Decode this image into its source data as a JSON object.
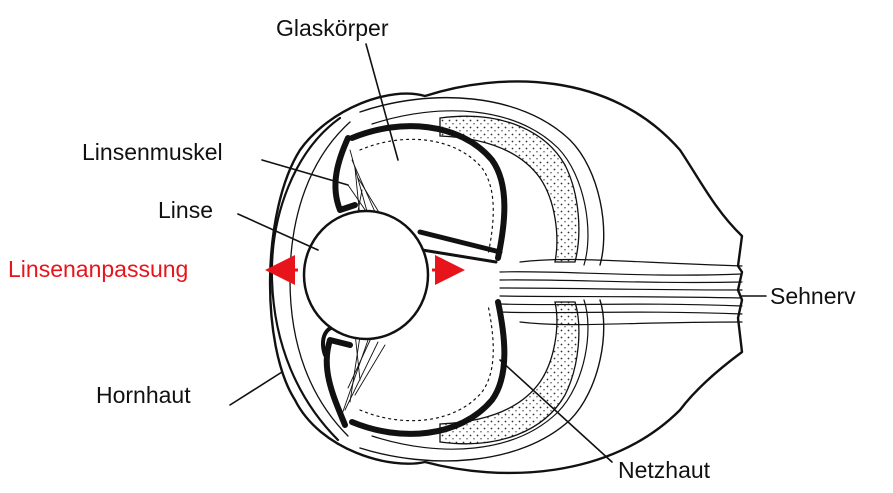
{
  "labels": {
    "vitreous": "Glaskörper",
    "ciliary_muscle": "Linsenmuskel",
    "lens": "Linse",
    "accommodation": "Linsenanpassung",
    "cornea": "Hornhaut",
    "optic_nerve": "Sehnerv",
    "retina": "Netzhaut"
  },
  "colors": {
    "ink": "#111111",
    "accent": "#e8141c",
    "background": "#ffffff"
  }
}
